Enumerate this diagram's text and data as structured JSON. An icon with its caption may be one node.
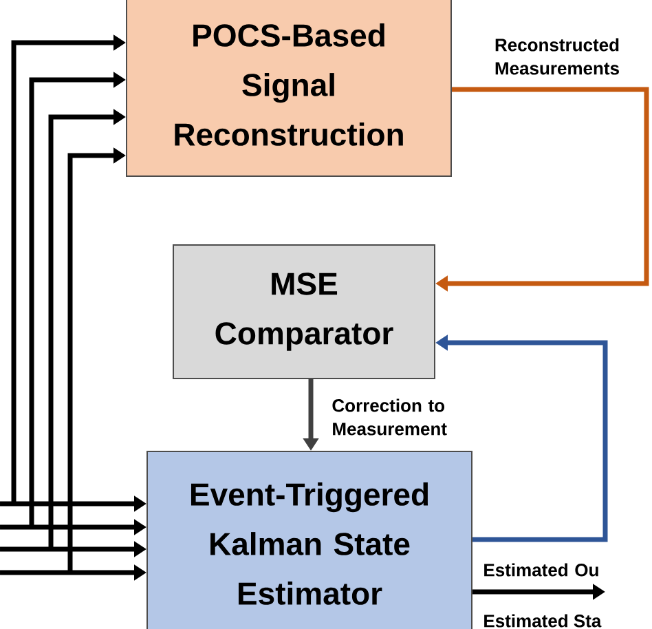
{
  "diagram": {
    "nodes": [
      {
        "text": [
          "POCS-Based Signal Reconstruction"
        ]
      },
      {
        "text": [
          "MSE Comparator"
        ]
      },
      {
        "text": [
          "Event-Triggered Kalman State Estimator"
        ],
        "beside": [
          "Estimated Sta"
        ]
      }
    ],
    "edges": [
      {
        "from": 0,
        "to": 1,
        "arrow": "to",
        "label": "Reconstructed Measurements",
        "color": "#c55a11"
      },
      {
        "from": 2,
        "to": 1,
        "arrow": "to",
        "color": "#2e5597"
      },
      {
        "from": 1,
        "to": 2,
        "arrow": "to",
        "label": "Correction to Measurement",
        "color": "#404040"
      },
      {
        "from": 2,
        "to": null,
        "arrow": "to",
        "label": "Estimated Ou"
      },
      {
        "from": null,
        "to": 0,
        "arrow": "to"
      },
      {
        "from": null,
        "to": 0,
        "arrow": "to"
      },
      {
        "from": null,
        "to": 0,
        "arrow": "to"
      },
      {
        "from": null,
        "to": 0,
        "arrow": "to"
      },
      {
        "from": null,
        "to": 2,
        "arrow": "to"
      },
      {
        "from": null,
        "to": 2,
        "arrow": "to"
      },
      {
        "from": null,
        "to": 2,
        "arrow": "to"
      },
      {
        "from": null,
        "to": 2,
        "arrow": "to"
      }
    ]
  }
}
